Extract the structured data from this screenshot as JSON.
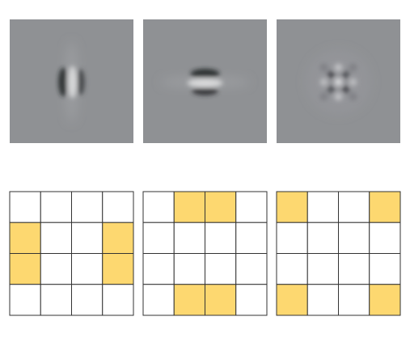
{
  "diagram": {
    "filters": [
      {
        "pattern": "vertical-bar-filter"
      },
      {
        "pattern": "horizontal-bar-filter"
      },
      {
        "pattern": "checkerboard-filter"
      }
    ],
    "grids": [
      {
        "rows": 4,
        "cols": 4,
        "highlighted": [
          [
            1,
            0
          ],
          [
            2,
            0
          ],
          [
            1,
            3
          ],
          [
            2,
            3
          ]
        ]
      },
      {
        "rows": 4,
        "cols": 4,
        "highlighted": [
          [
            0,
            1
          ],
          [
            0,
            2
          ],
          [
            3,
            1
          ],
          [
            3,
            2
          ]
        ]
      },
      {
        "rows": 4,
        "cols": 4,
        "highlighted": [
          [
            0,
            0
          ],
          [
            0,
            3
          ],
          [
            3,
            0
          ],
          [
            3,
            3
          ]
        ]
      }
    ],
    "colors": {
      "filter_background": "#8f9194",
      "cell_highlight": "#fdd870",
      "cell_empty": "#ffffff",
      "grid_line": "#333333"
    }
  }
}
